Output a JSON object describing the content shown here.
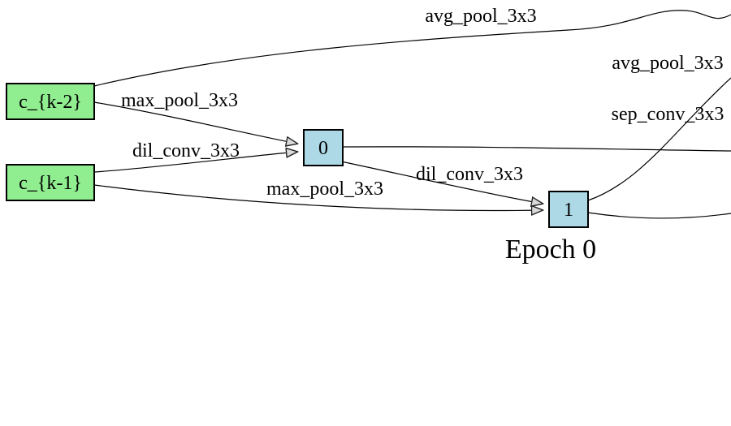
{
  "diagram": {
    "caption": "Epoch 0",
    "nodes": {
      "ck2": "c_{k-2}",
      "ck1": "c_{k-1}",
      "n0": "0",
      "n1": "1"
    },
    "edges": {
      "ck2_avg_pool_top": "avg_pool_3x3",
      "ck2_max_pool": "max_pool_3x3",
      "ck1_dil_conv": "dil_conv_3x3",
      "ck1_max_pool": "max_pool_3x3",
      "n0_dil_conv": "dil_conv_3x3",
      "out_avg_pool": "avg_pool_3x3",
      "out_sep_conv": "sep_conv_3x3"
    },
    "colors": {
      "input_node_fill": "#90ee90",
      "op_node_fill": "#add8e6",
      "arrowhead_fill": "#d9d9d9"
    }
  }
}
